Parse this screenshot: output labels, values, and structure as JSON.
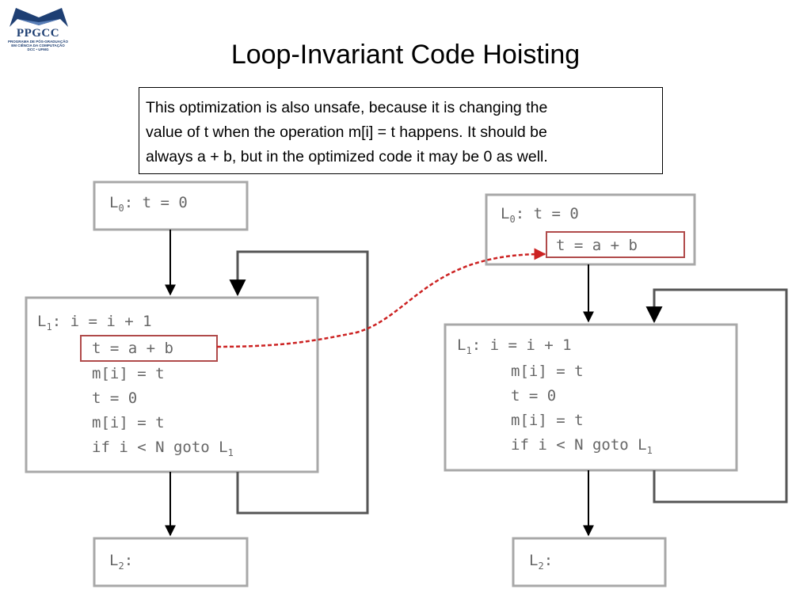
{
  "logo": {
    "wordmark": "PPGCC",
    "subtitle_lines": [
      "PROGRAMA DE PÓS-GRADUAÇÃO",
      "EM CIÊNCIA DA COMPUTAÇÃO",
      "DCC • UFMG"
    ],
    "color": "#1e3f73"
  },
  "title": "Loop-Invariant Code Hoisting",
  "note": {
    "lines": [
      "This optimization is also unsafe, because it is changing the",
      "value of t when the operation m[i] = t happens. It should be",
      "always a + b, but in the optimized code it may be 0 as well."
    ]
  },
  "colors": {
    "highlight_box": "#b04a4a",
    "dashed_arrow": "#cc2222",
    "code_text": "#666666",
    "block_border": "#a8a8a8"
  },
  "diagram": {
    "left": {
      "L0": {
        "label": "L",
        "sub": "0",
        "code": ": t = 0"
      },
      "L1": {
        "label": "L",
        "sub": "1",
        "first": ": i = i + 1",
        "hoisted": "t = a + b",
        "lines": [
          "m[i] = t",
          "t = 0",
          "m[i] = t"
        ],
        "last": "if i < N goto L",
        "last_sub": "1"
      },
      "L2": {
        "label": "L",
        "sub": "2",
        "code": ":"
      }
    },
    "right": {
      "L0": {
        "label": "L",
        "sub": "0",
        "code": ": t = 0",
        "hoisted": "t = a + b"
      },
      "L1": {
        "label": "L",
        "sub": "1",
        "first": ": i = i + 1",
        "lines": [
          "m[i] = t",
          "t = 0",
          "m[i] = t"
        ],
        "last": "if i < N goto L",
        "last_sub": "1"
      },
      "L2": {
        "label": "L",
        "sub": "2",
        "code": ":"
      }
    }
  }
}
